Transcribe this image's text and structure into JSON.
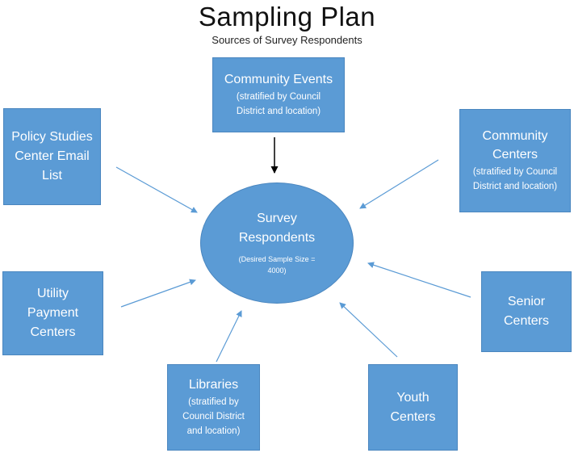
{
  "title": "Sampling Plan",
  "subtitle": "Sources of Survey Respondents",
  "center": {
    "label": "Survey Respondents",
    "note": "(Desired Sample Size = 4000)"
  },
  "sources": {
    "community_events": {
      "label": "Community Events",
      "note": "(stratified by Council District and location)"
    },
    "policy_studies": {
      "label": "Policy Studies Center Email List"
    },
    "community_centers": {
      "label": "Community Centers",
      "note": "(stratified by Council District and location)"
    },
    "utility_payment": {
      "label": "Utility Payment Centers"
    },
    "senior_centers": {
      "label": "Senior Centers"
    },
    "libraries": {
      "label": "Libraries",
      "note": "(stratified by Council District and location)"
    },
    "youth_centers": {
      "label": "Youth Centers"
    }
  },
  "colors": {
    "box_fill": "#5b9bd5",
    "arrow_light": "#5b9bd5",
    "arrow_dark": "#000000"
  }
}
